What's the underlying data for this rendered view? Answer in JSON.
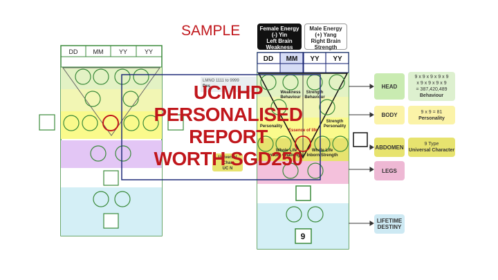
{
  "sample_label": "SAMPLE",
  "left_chart": {
    "headers": [
      "DD",
      "MM",
      "YY",
      "YY"
    ]
  },
  "right_chart": {
    "headers": [
      "DD",
      "MM",
      "YY",
      "YY"
    ],
    "labels": {
      "weakness": [
        "Weakness",
        "Behaviour"
      ],
      "strength": [
        "Strength",
        "Behaviour"
      ],
      "personality_left": [
        "Personality"
      ],
      "personality_right": [
        "Strength",
        "Personality"
      ],
      "essence": "Essence of life",
      "whole_life_left": [
        "Whole Life",
        "Inborn Challenges"
      ],
      "whole_life_right": [
        "Whole Life",
        "Inborn Strength"
      ],
      "destiny_number": "9"
    }
  },
  "legend": {
    "female": [
      "Female Energy",
      "(-) Yin",
      "Left Brain",
      "Weakness"
    ],
    "male": [
      "Male Energy",
      "(+) Yang",
      "Right Brain",
      "Strength"
    ]
  },
  "body_parts": [
    {
      "label": "HEAD",
      "color": "#c9ebb1"
    },
    {
      "label": "BODY",
      "color": "#fbf3a8"
    },
    {
      "label": "ABDOMEN",
      "color": "#e7e36f"
    },
    {
      "label": "LEGS",
      "color": "#eeb8d4"
    },
    {
      "label": "LIFETIME DESTINY",
      "color": "#cde9f3"
    }
  ],
  "info_boxes": {
    "head": [
      "9 x 9 x 9 x 9 x 9",
      "x 9 x 9 x 9 x 9",
      "= 387,420,489",
      "Behaviour"
    ],
    "body": [
      "9 x 9 = 81",
      "Personality"
    ],
    "abdomen": [
      "9 Type",
      "Universal Character"
    ]
  },
  "overlay": {
    "lmno": "LMNO 1111 to 9999",
    "des": "Des",
    "universal": [
      "Universal",
      "Char",
      "UC N"
    ]
  },
  "watermark": [
    "UCMHP",
    "PERSONALISED",
    "REPORT",
    "WORTH SGD250"
  ],
  "colors": {
    "green_border": "#3a8a3a",
    "navy": "#1e2a78",
    "red": "#c0161b",
    "band_green": "#e3f2c4",
    "band_yellow": "#fafa8c",
    "band_purple": "#e3c6f5",
    "band_cyan": "#d4eff6",
    "band_pink": "#f4c1dc"
  }
}
